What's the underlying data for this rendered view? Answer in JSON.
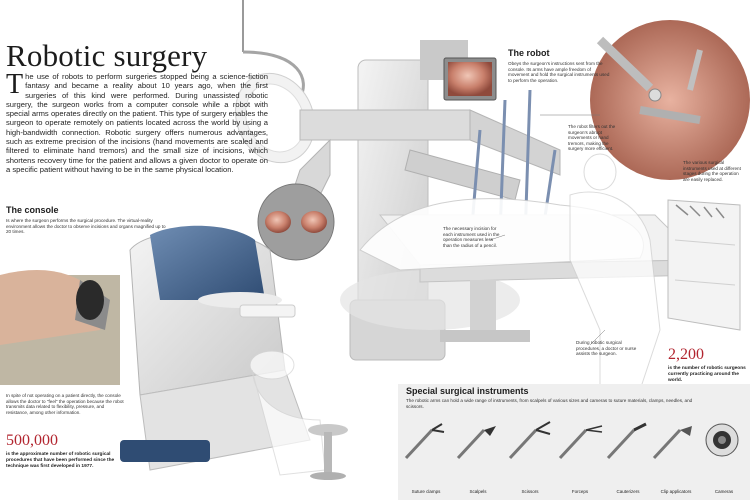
{
  "title": "Robotic surgery",
  "intro": {
    "dropcap": "T",
    "text": "he use of robots to perform surgeries stopped being a science-fiction fantasy and became a reality about 10 years ago, when the first surgeries of this kind were performed. During unassisted robotic surgery, the surgeon works from a computer console while a robot with special arms operates directly on the patient. This type of surgery enables the surgeon to operate remotely on patients located across the world by using a high-bandwidth connection. Robotic surgery offers numerous advantages, such as extreme precision of the incisions (hand movements are scaled and filtered to eliminate hand tremors) and the small size of incisions, which shortens recovery time for the patient and allows a given doctor to operate on a specific patient without having to be in the same physical location."
  },
  "console_section": {
    "heading": "The console",
    "text": "Is where the surgeon performs the surgical procedure. The virtual-reality environment allows the doctor to observe incisions and organs magnified up to 20 times.",
    "remote_note": "In spite of not operating on a patient directly, the console allows the doctor to \"feel\" the operation because the robot transmits data related to flexibility, pressure, and resistance, among other information."
  },
  "robot_section": {
    "heading": "The robot",
    "text": "Obeys the surgeon's instructions sent from the console. Its arms have ample freedom of movement and hold the surgical instruments used to perform the operation."
  },
  "callouts": {
    "filter": "The robot filters out the surgeon's abrupt movements or hand tremors, making the surgery more efficient.",
    "instruments": "The various surgical instruments used at different stages during the operation are easily replaced.",
    "incision": "The necessary incision for each instrument used in the operation measures less than the radius of a pencil.",
    "assist": "During robotic surgical procedures, a doctor or nurse assists the surgeon."
  },
  "stats": {
    "procedures": {
      "value": "500,000",
      "caption": "is the approximate number of robotic surgical procedures that have been performed since the technique was first developed in 1977."
    },
    "surgeons": {
      "value": "2,200",
      "caption": "is the number of robotic surgeons currently practicing around the world."
    }
  },
  "special_instruments": {
    "heading": "Special surgical instruments",
    "text": "The robotic arms can hold a wide range of instruments, from scalpels of various sizes and cameras to suture materials, clamps, needles, and scissors.",
    "items": [
      {
        "label": "Suture clamps",
        "icon": "suture-clamp-icon"
      },
      {
        "label": "Scalpels",
        "icon": "scalpel-icon"
      },
      {
        "label": "Scissors",
        "icon": "scissors-icon"
      },
      {
        "label": "Forceps",
        "icon": "forceps-icon"
      },
      {
        "label": "Cauterizers",
        "icon": "cauterizer-icon"
      },
      {
        "label": "Clip applicators",
        "icon": "clip-applicator-icon"
      },
      {
        "label": "Cameras",
        "icon": "camera-icon"
      }
    ]
  },
  "colors": {
    "accent_red": "#b2252f",
    "console_blue": "#3d5d86",
    "panel_gray": "#efefef"
  }
}
